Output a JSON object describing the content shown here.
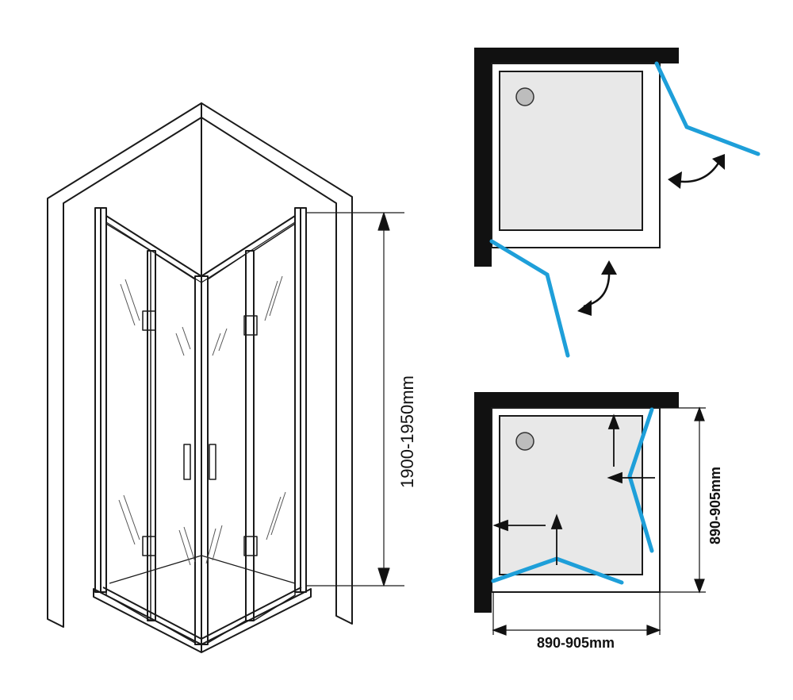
{
  "dimensions": {
    "height_label": "1900-1950mm",
    "depth_label": "890-905mm",
    "width_label": "890-905mm"
  },
  "colors": {
    "glass_door": "#1e9fd9",
    "wall": "#111111",
    "tray": "#e8e8e8",
    "drain": "#bdbdbd",
    "outline": "#1a1a1a"
  },
  "icons": {
    "swing_arrow": "curved-double-arrow-icon",
    "slide_arrow": "straight-arrow-icon"
  }
}
